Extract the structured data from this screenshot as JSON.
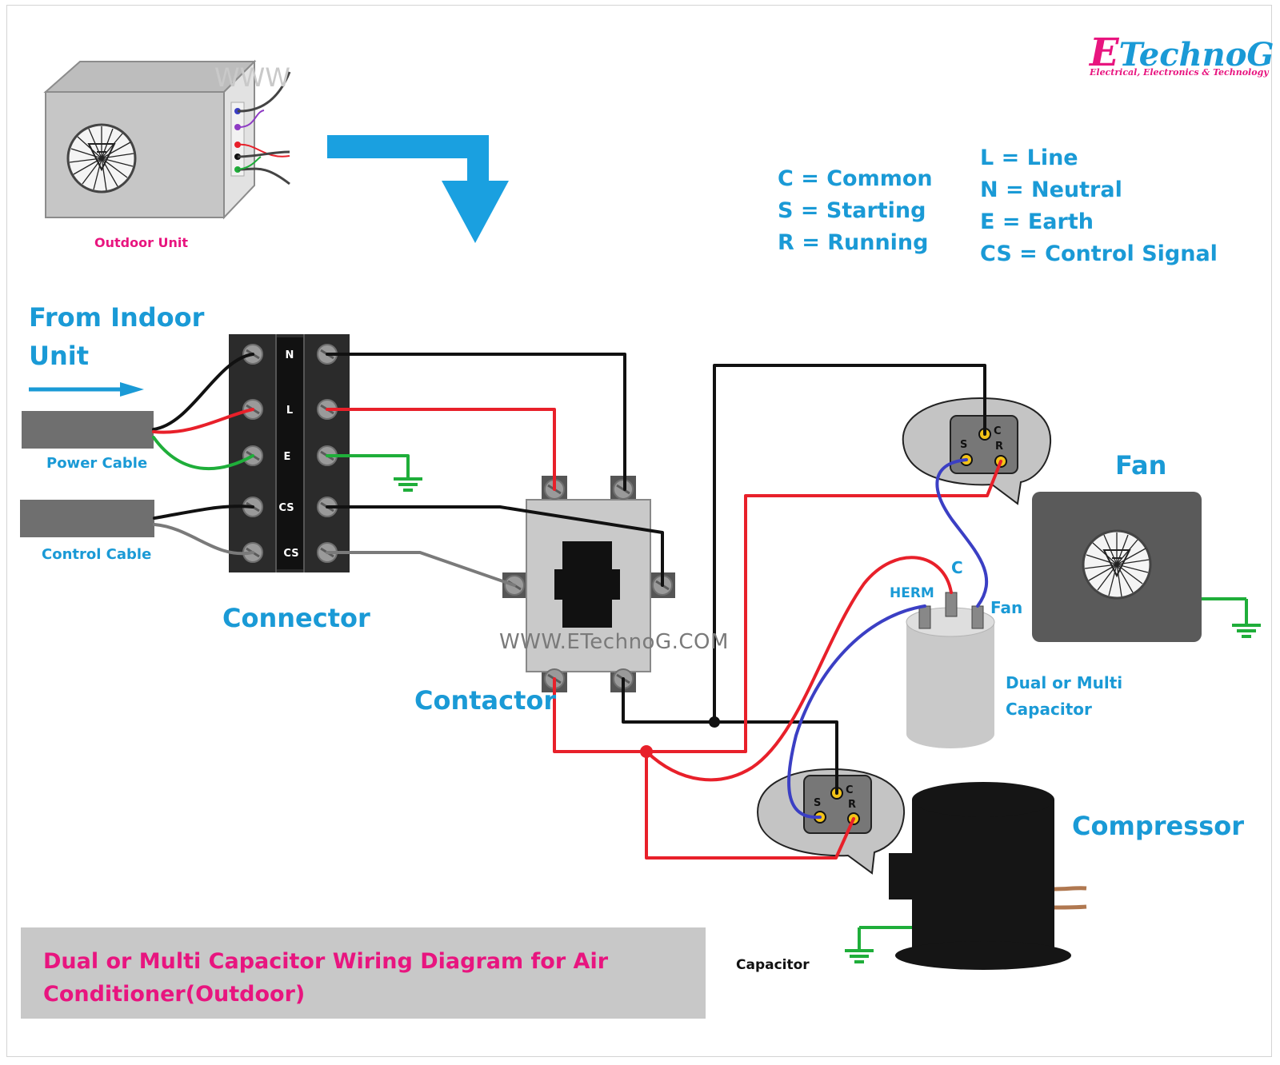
{
  "logo": {
    "letter": "E",
    "name": "TechnoG",
    "tagline": "Electrical, Electronics & Technology"
  },
  "watermarks": {
    "outdoor": "WWW",
    "main": "WWW.ETechnoG.COM"
  },
  "legend": {
    "left": [
      "C = Common",
      "S = Starting",
      "R = Running"
    ],
    "right": [
      "L = Line",
      "N = Neutral",
      "E = Earth",
      "CS = Control Signal"
    ]
  },
  "labels": {
    "outdoor_unit": "Outdoor Unit",
    "from_indoor_line1": "From Indoor",
    "from_indoor_line2": "Unit",
    "power_cable": "Power Cable",
    "control_cable": "Control Cable",
    "connector": "Connector",
    "contactor": "Contactor",
    "fan": "Fan",
    "compressor": "Compressor",
    "capacitor_line1": "Dual or Multi",
    "capacitor_line2": "Capacitor",
    "capacitor_bottom": "Capacitor",
    "cap_herm": "HERM",
    "cap_c": "C",
    "cap_fan": "Fan"
  },
  "terminals": {
    "connector": [
      "N",
      "L",
      "E",
      "CS",
      "CS"
    ],
    "fan_motor": {
      "c": "C",
      "s": "S",
      "r": "R"
    },
    "compressor": {
      "c": "C",
      "s": "S",
      "r": "R"
    }
  },
  "title": "Dual or Multi Capacitor Wiring Diagram for Air Conditioner(Outdoor)",
  "colors": {
    "accent_blue": "#1a9ad6",
    "brand_pink": "#e8157f",
    "wire_black": "#111111",
    "wire_red": "#e8202a",
    "wire_green": "#1fae3a",
    "wire_blue": "#3b3fc4",
    "wire_gray": "#7a7a7a",
    "terminal_yellow": "#f3c318"
  }
}
